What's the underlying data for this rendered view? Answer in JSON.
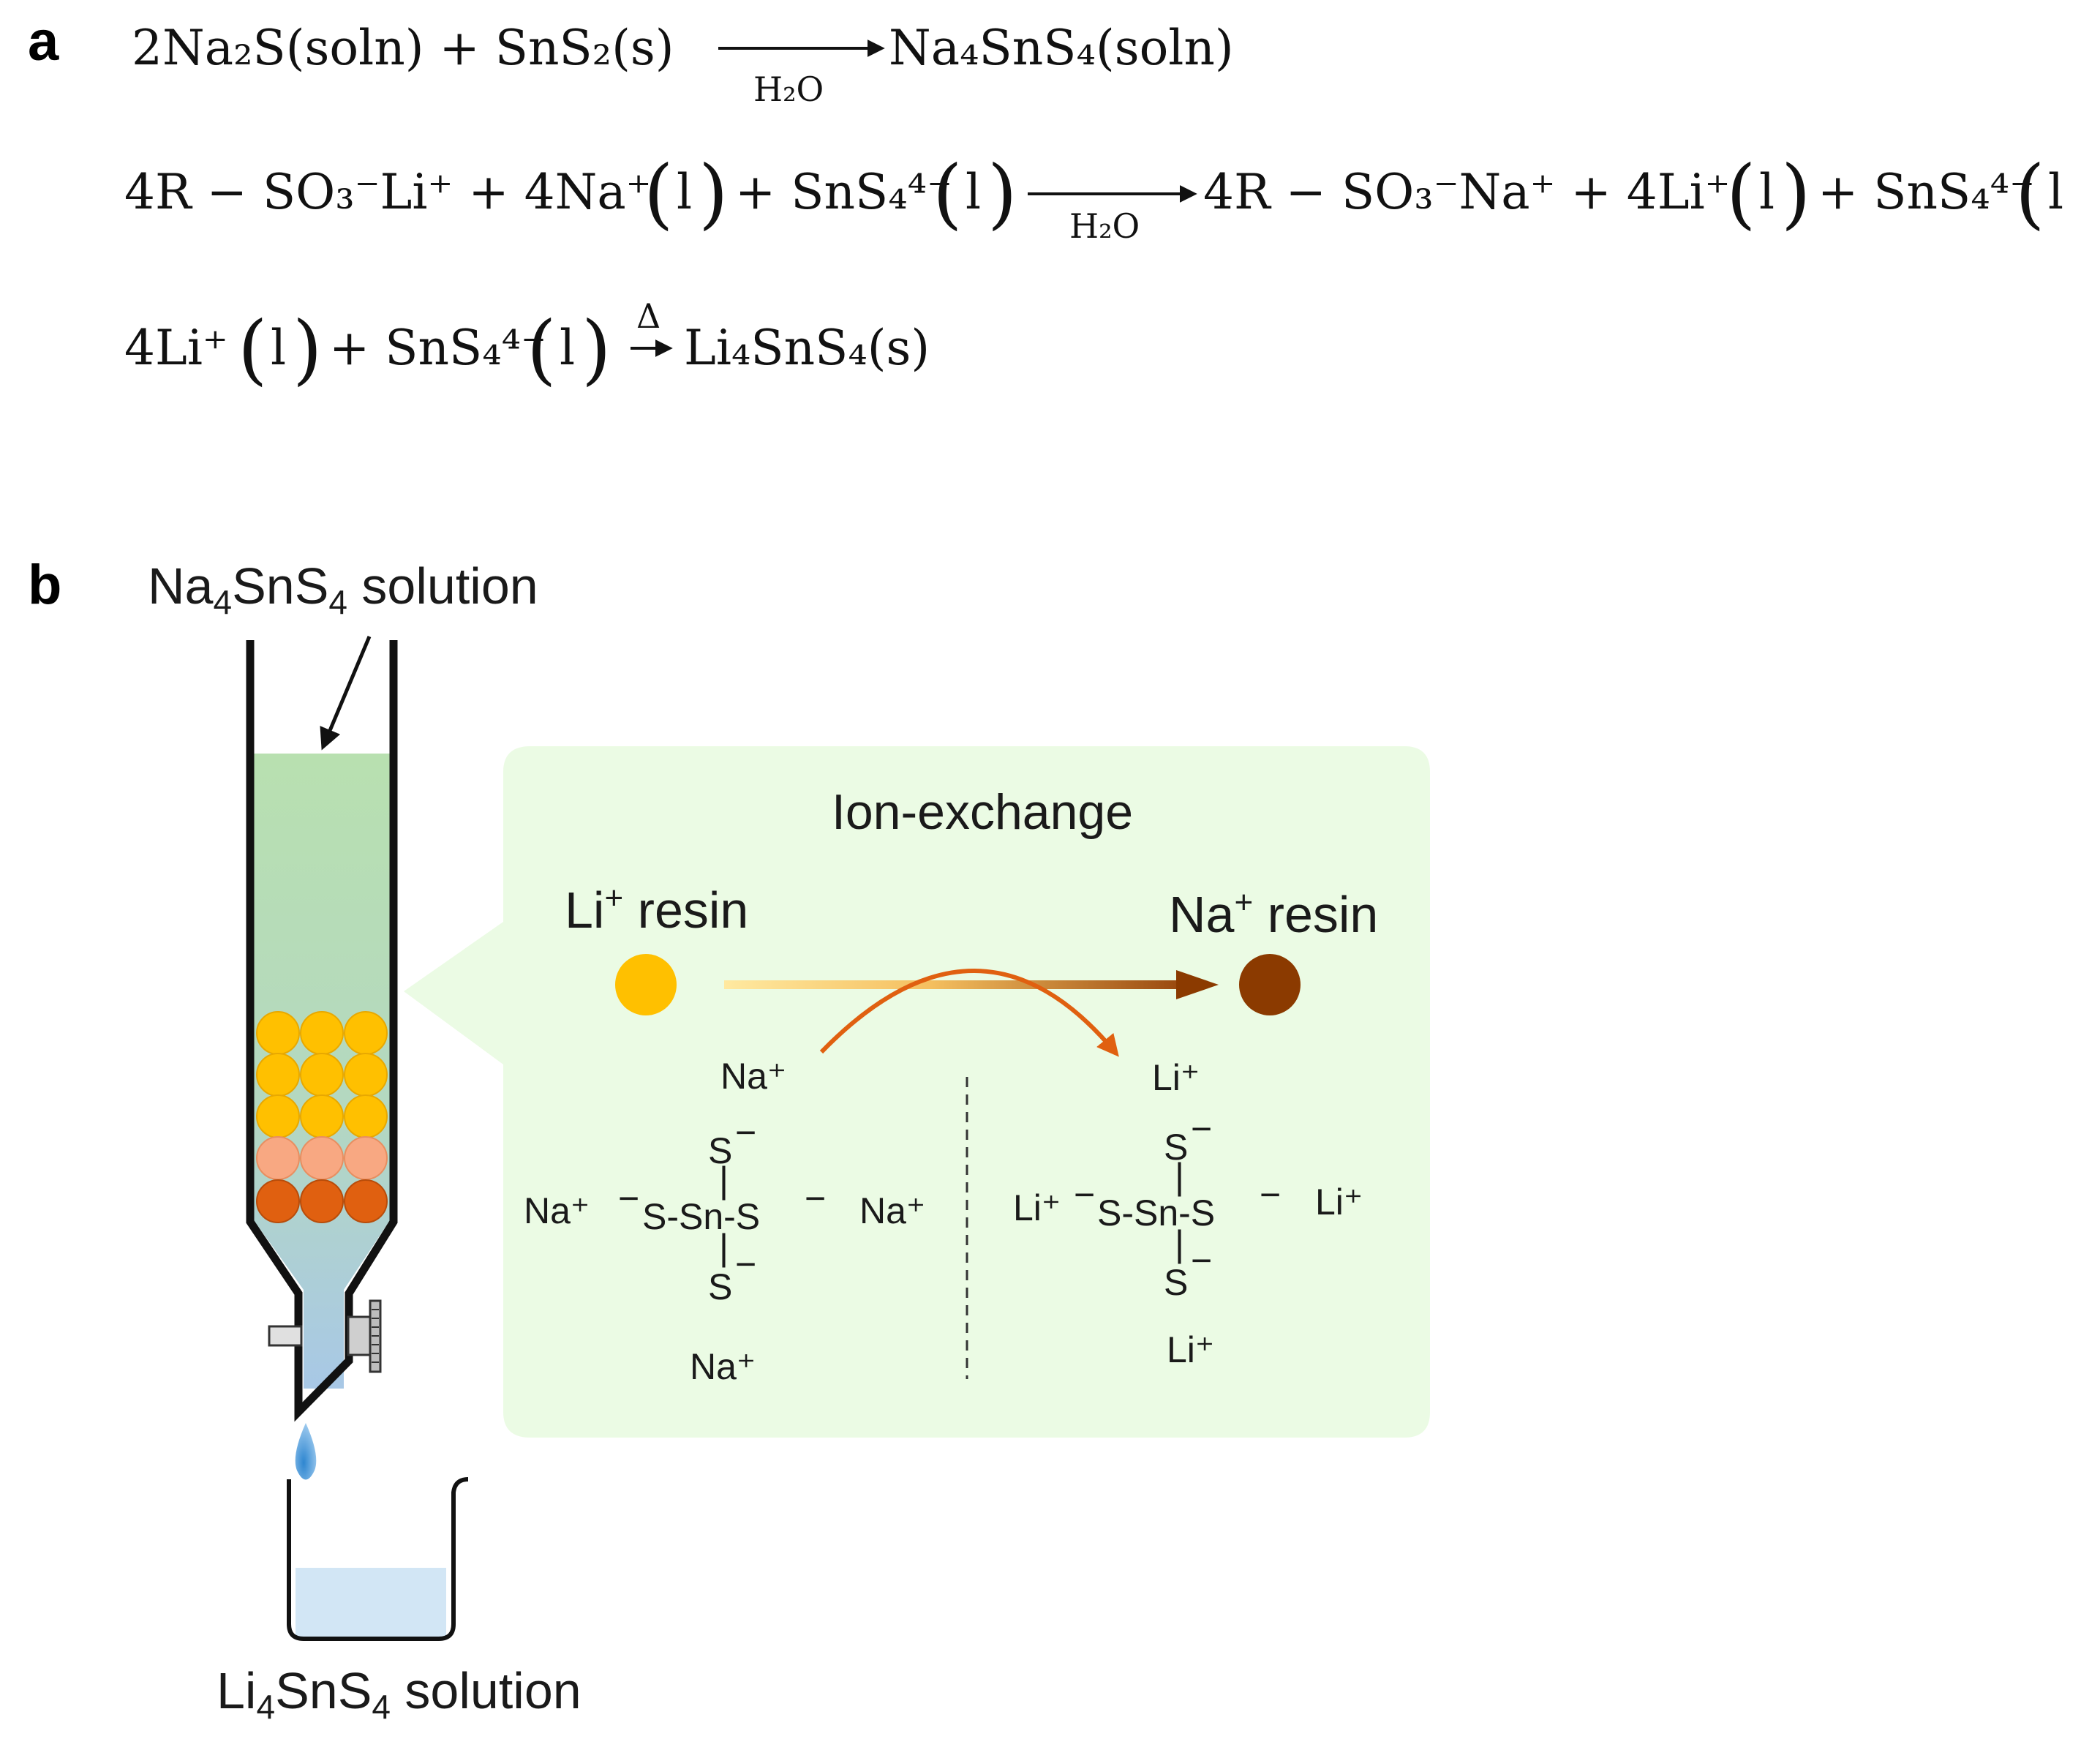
{
  "panel_a": {
    "label": "a",
    "water": "H₂O",
    "heat": "Δ",
    "eq1": {
      "left": "2Na₂S(soln) + SnS₂(s)",
      "right": "Na₄SnS₄(soln)"
    },
    "eq2": {
      "part1": "4R − SO₃⁻Li⁺ + 4Na⁺",
      "l": "l",
      "part2": "+ SnS₄⁴⁻",
      "part3": "4R − SO₃⁻Na⁺ + 4Li⁺",
      "part4": "+ SnS₄⁴⁻"
    },
    "eq3": {
      "part1": "4Li⁺",
      "part2": "+ SnS₄⁴⁻",
      "product": "Li₄SnS₄(s)"
    }
  },
  "panel_b": {
    "label": "b",
    "top_label": {
      "base1": "Na",
      "sub1": "4",
      "base2": "SnS",
      "sub2": "4",
      "tail": " solution"
    },
    "bottom_label": {
      "base1": "Li",
      "sub1": "4",
      "base2": "SnS",
      "sub2": "4",
      "tail": " solution"
    },
    "box_title": "Ion-exchange",
    "li_resin": {
      "ion": "Li",
      "charge": "+",
      "text": " resin"
    },
    "na_resin": {
      "ion": "Na",
      "charge": "+",
      "text": " resin"
    },
    "left_side": {
      "cation": "Na⁺",
      "s_top": "S",
      "s_bottom": "S",
      "row": "S-Sn-S",
      "minus": "−",
      "tick": "|"
    },
    "right_side": {
      "cation": "Li⁺",
      "s_top": "S",
      "s_bottom": "S",
      "row": "S-Sn-S",
      "minus": "−",
      "tick": "|"
    },
    "colors": {
      "li_resin": "#FFC000",
      "na_resin": "#8B3A00",
      "mixed_resin": "#F8A882",
      "deep_resin": "#E06010",
      "box_fill": "#EBFBE4",
      "liquid_top": "#B8E0B0",
      "liquid_bottom": "#A8C8E8",
      "exchange_arrow": "#E06010"
    }
  }
}
